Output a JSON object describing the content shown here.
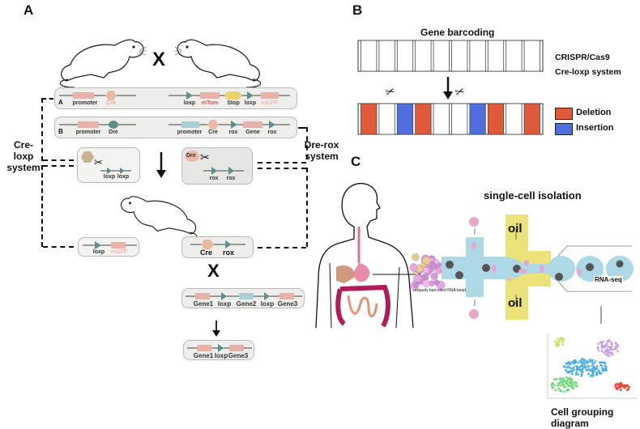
{
  "panels": {
    "a": {
      "letter": "A",
      "cross_symbol": "X",
      "construct_a": {
        "row_label": "A",
        "left": [
          {
            "label": "promoter",
            "color": "#e7b3a8"
          },
          {
            "label": "Cre",
            "color": "#e8a98f"
          }
        ],
        "right": [
          {
            "label": "loxp"
          },
          {
            "label": "mTom",
            "color": "#d9534f"
          },
          {
            "label": "Stop"
          },
          {
            "label": "loxp"
          },
          {
            "label": "mGFP",
            "color": "#eab9b0"
          }
        ]
      },
      "construct_b": {
        "row_label": "B",
        "left": [
          {
            "label": "promoter"
          },
          {
            "label": "Dre"
          }
        ],
        "right": [
          {
            "label": "promoter"
          },
          {
            "label": "Cre"
          },
          {
            "label": "rox"
          },
          {
            "label": "Gene"
          },
          {
            "label": "rox"
          }
        ]
      },
      "cre_loxp_label": "Cre-loxp system",
      "dre_rox_label": "Dre-rox system",
      "cre_cut": {
        "enzyme": "Cre",
        "sites": [
          "loxp",
          "loxp"
        ]
      },
      "dre_cut": {
        "enzyme": "Dre",
        "sites": [
          "rox",
          "rox"
        ]
      },
      "result_left": {
        "labels": [
          "loxp",
          "mGFP"
        ]
      },
      "result_right": {
        "labels": [
          "Cre",
          "rox"
        ]
      },
      "cross2_symbol": "X",
      "multi_gene": {
        "labels": [
          "Gene1",
          "loxp",
          "Gene2",
          "loxp",
          "Gene3"
        ]
      },
      "final": {
        "labels": [
          "Gene1",
          "loxp",
          "Gene3"
        ]
      }
    },
    "b": {
      "letter": "B",
      "title": "Gene barcoding",
      "methods": [
        "CRISPR/Cas9",
        "Cre-loxp system"
      ],
      "barcode_after": [
        "deletion",
        "empty",
        "insertion",
        "deletion",
        "empty",
        "empty",
        "insertion",
        "deletion",
        "empty",
        "deletion"
      ],
      "legend": [
        {
          "label": "Deletion",
          "color": "#e05a3a"
        },
        {
          "label": "Insertion",
          "color": "#4f6fe0"
        }
      ]
    },
    "c": {
      "letter": "C",
      "title": "single-cell isolation",
      "beads_label": "uniquely barcoded RNA beads",
      "oil_top": "oil",
      "oil_bottom": "oil",
      "droplet_label": "RNA-seq",
      "cluster_title": "Cell grouping diagram",
      "cluster_colors": [
        "#d6e07a",
        "#c9a3e6",
        "#4fb0e0",
        "#6fd67a",
        "#e84a3c"
      ]
    }
  }
}
